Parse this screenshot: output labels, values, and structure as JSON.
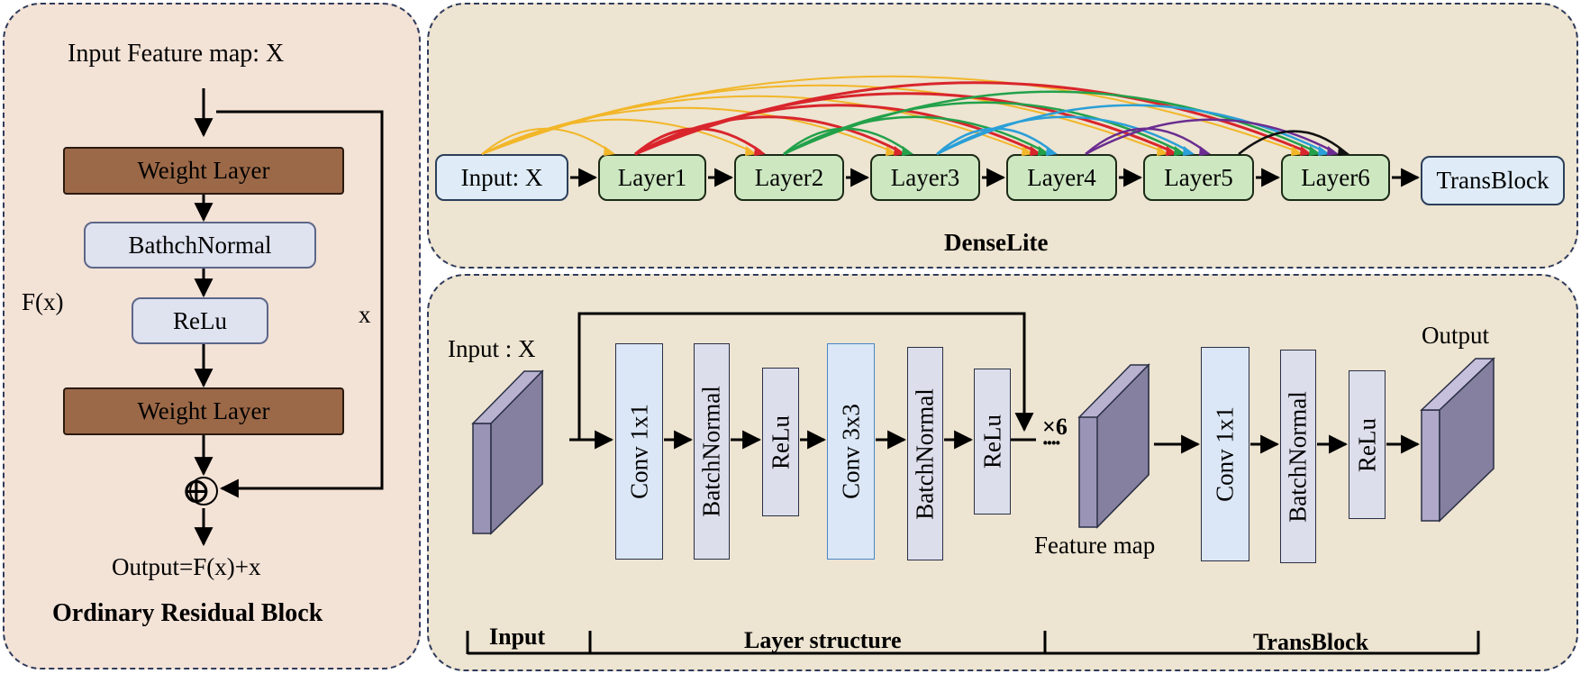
{
  "residual": {
    "input_label": "Input Feature map: X",
    "weight_layer_1": "Weight Layer",
    "batchnorm": "BathchNormal",
    "relu": "ReLu",
    "weight_layer_2": "Weight Layer",
    "fx_label": "F(x)",
    "x_label": "x",
    "sum_symbol": "⊕",
    "output_label": "Output=F(x)+x",
    "title": "Ordinary Residual Block"
  },
  "denselite": {
    "input": "Input: X",
    "layers": [
      "Layer1",
      "Layer2",
      "Layer3",
      "Layer4",
      "Layer5",
      "Layer6"
    ],
    "transblock": "TransBlock",
    "title": "DenseLite",
    "connection_colors": [
      "#f2b628",
      "#d9252c",
      "#22a14a",
      "#2a9fd8",
      "#6a2c91",
      "#111111"
    ]
  },
  "layer_structure": {
    "input_label": "Input : X",
    "blocks": [
      "Conv 1x1",
      "BatchNormal",
      "ReLu",
      "Conv 3x3",
      "BatchNormal",
      "ReLu"
    ],
    "repeat_label": "×6",
    "dots": "····",
    "feature_map_label": "Feature map",
    "trans_blocks": [
      "Conv 1x1",
      "BatchNormal",
      "ReLu"
    ],
    "output_label": "Output",
    "section_input": "Input",
    "section_layer": "Layer structure",
    "section_trans": "TransBlock"
  }
}
